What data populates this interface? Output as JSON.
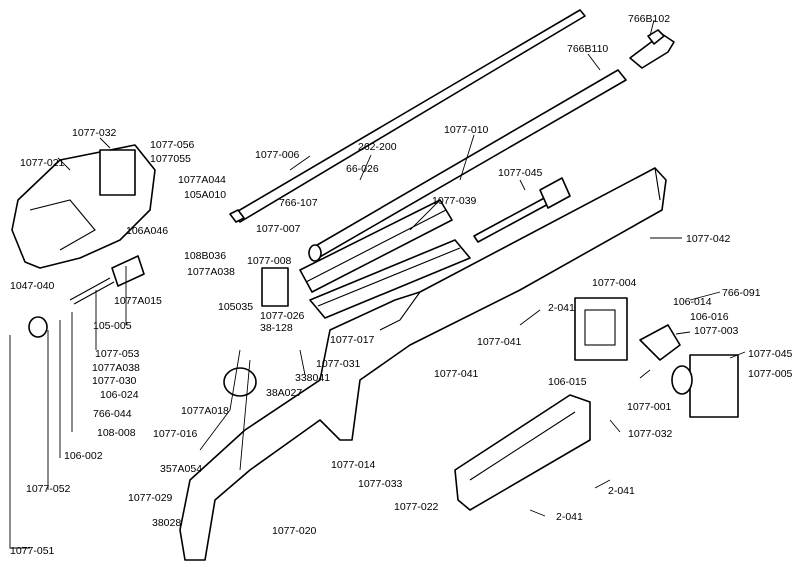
{
  "labels": {
    "p766B102": "766B102",
    "p766B110": "766B110",
    "p1077_032_top": "1077-032",
    "p1077_056": "1077-056",
    "p1077055": "1077055",
    "p1077_021": "1077-021",
    "p1077A044": "1077A044",
    "p105A010": "105A010",
    "p1077_006": "1077-006",
    "p262_200": "262-200",
    "p1077_010": "1077-010",
    "p66_026": "66-026",
    "p1077_045_top": "1077-045",
    "p766_107": "766-107",
    "p1077_039": "1077-039",
    "p106A046": "106A046",
    "p1077_007": "1077-007",
    "p108B036": "108B036",
    "p1077A038_a": "1077A038",
    "p1047_040": "1047-040",
    "p1077_008": "1077-008",
    "p1077_042": "1077-042",
    "p1077A015": "1077A015",
    "p105035": "105035",
    "p1077_004": "1077-004",
    "p766_091": "766-091",
    "p105_005": "105-005",
    "p1077_026": "1077-026",
    "p2_041_top": "2-041",
    "p106_014": "106-014",
    "p38_128": "38-128",
    "p106_016": "106-016",
    "p1077_017": "1077-017",
    "p1077_003": "1077-003",
    "p1077_041_a": "1077-041",
    "p1077_053": "1077-053",
    "p1077A038_b": "1077A038",
    "p1077_031": "1077-031",
    "p1077_045_right": "1077-045",
    "p1077_030": "1077-030",
    "p338041": "338041",
    "p106_015": "106-015",
    "p1077_005": "1077-005",
    "p1077_041_b": "1077-041",
    "p106_024": "106-024",
    "p38A027": "38A027",
    "p766_044": "766-044",
    "p1077A018": "1077A018",
    "p1077_001": "1077-001",
    "p108_008": "108-008",
    "p1077_016": "1077-016",
    "p1077_032_right": "1077-032",
    "p106_002": "106-002",
    "p357A054": "357A054",
    "p1077_014": "1077-014",
    "p1077_033": "1077-033",
    "p1077_052": "1077-052",
    "p2_041_mid": "2-041",
    "p1077_029": "1077-029",
    "p1077_022": "1077-022",
    "p38028": "38028",
    "p2_041_bottom": "2-041",
    "p1077_020": "1077-020",
    "p1077_051": "1077-051"
  }
}
